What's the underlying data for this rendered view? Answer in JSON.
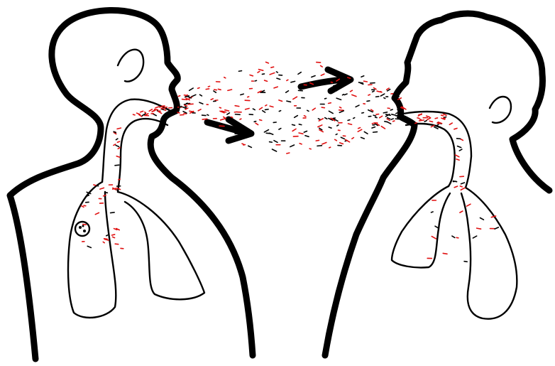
{
  "figure": {
    "figures": [
      {
        "name": "infected-person",
        "facing": "right",
        "features": [
          "airway",
          "lungs",
          "lung-lesion"
        ]
      },
      {
        "name": "healthy-person",
        "facing": "left",
        "features": [
          "airway",
          "lungs"
        ]
      }
    ],
    "arrows": [
      {
        "name": "upper-arrow",
        "direction": "right"
      },
      {
        "name": "lower-arrow",
        "direction": "right"
      }
    ]
  },
  "colors": {
    "outline": "#000000",
    "droplet_red": "#e01010",
    "droplet_black": "#000000",
    "background": "#ffffff"
  }
}
